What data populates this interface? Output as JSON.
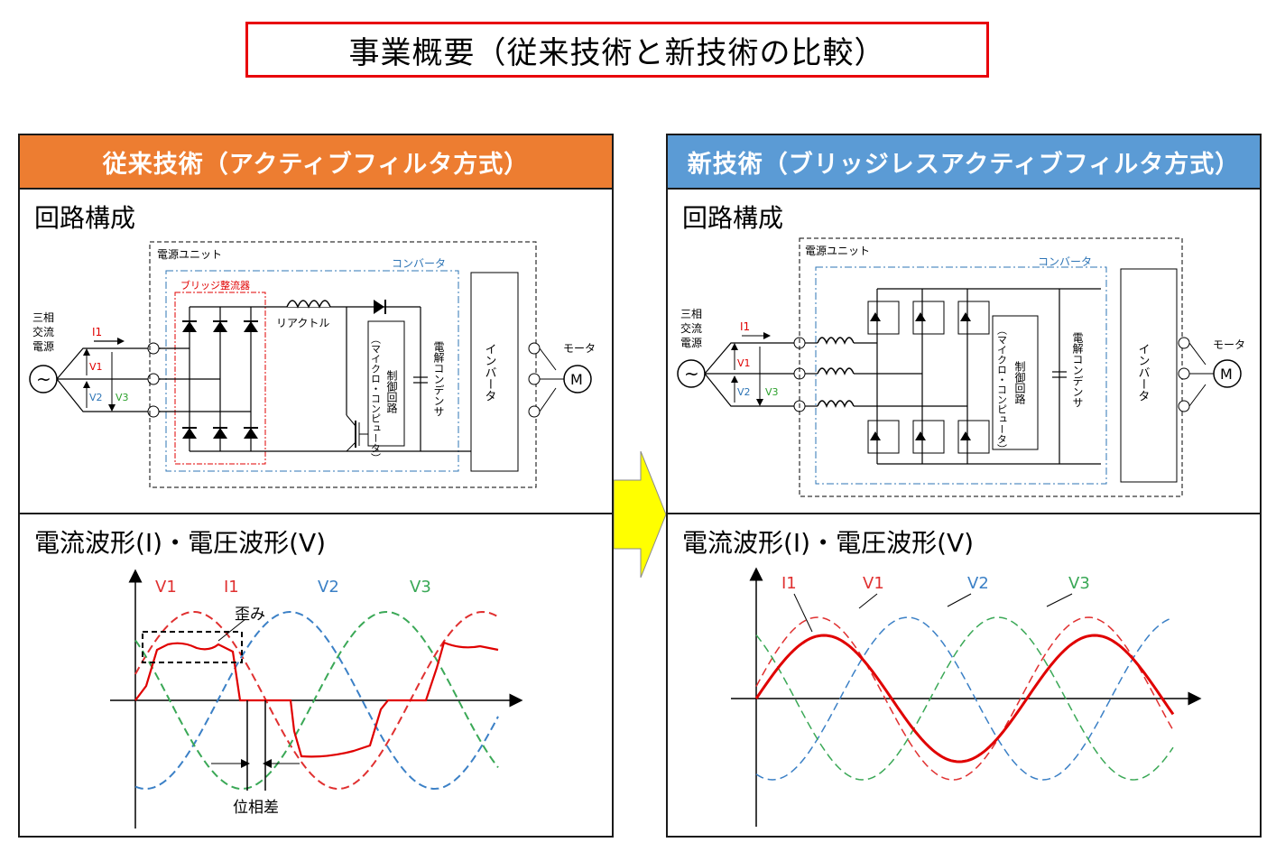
{
  "title": "事業概要（従来技術と新技術の比較）",
  "colors": {
    "accent_red": "#e8000b",
    "orange": "#ed7d31",
    "blue": "#5b9bd5",
    "arrow_yellow": "#ffff00"
  },
  "left": {
    "header": "従来技術（アクティブフィルタ方式）",
    "circuit_label": "回路構成",
    "wave_label": "電流波形(I)・電圧波形(V)",
    "circuit": {
      "source": [
        "三相",
        "交流",
        "電源"
      ],
      "i1": "I1",
      "v1": "V1",
      "v2": "V2",
      "v3": "V3",
      "power_unit": "電源ユニット",
      "converter": "コンバータ",
      "bridge": "ブリッジ整流器",
      "reactor": "リアクトル",
      "control": [
        "制御回路",
        "（マイクロ・コンピュータ）"
      ],
      "capacitor": "電解コンデンサ",
      "inverter": "インバータ",
      "motor_label": "モータ",
      "motor": "M"
    },
    "wave": {
      "v1": "V1",
      "i1": "I1",
      "v2": "V2",
      "v3": "V3",
      "distortion": "歪み",
      "phase_diff": "位相差"
    }
  },
  "right": {
    "header": "新技術（ブリッジレスアクティブフィルタ方式）",
    "circuit_label": "回路構成",
    "wave_label": "電流波形(I)・電圧波形(V)",
    "circuit": {
      "source": [
        "三相",
        "交流",
        "電源"
      ],
      "i1": "I1",
      "v1": "V1",
      "v2": "V2",
      "v3": "V3",
      "power_unit": "電源ユニット",
      "converter": "コンバータ",
      "control": [
        "制御回路",
        "（マイクロ・コンピュータ）"
      ],
      "capacitor": "電解コンデンサ",
      "inverter": "インバータ",
      "motor_label": "モータ",
      "motor": "M"
    },
    "wave": {
      "i1": "I1",
      "v1": "V1",
      "v2": "V2",
      "v3": "V3"
    }
  }
}
